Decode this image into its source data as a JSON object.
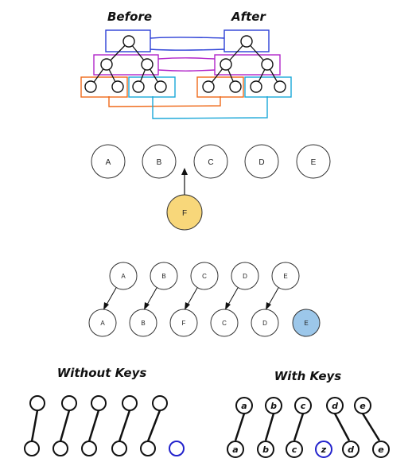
{
  "tree_section": {
    "before_label": "Before",
    "after_label": "After"
  },
  "insert_row": {
    "nodes": [
      "A",
      "B",
      "C",
      "D",
      "E"
    ],
    "new_node": "F",
    "new_node_color": "#f8d77a"
  },
  "shift_diagram": {
    "top_nodes": [
      "A",
      "B",
      "C",
      "D",
      "E"
    ],
    "bottom_nodes": [
      "A",
      "B",
      "F",
      "C",
      "D",
      "E"
    ],
    "highlight_color": "#9cc7ea"
  },
  "keys_section": {
    "without_keys_title": "Without Keys",
    "with_keys_title": "With Keys",
    "with_keys_top": [
      "a",
      "b",
      "c",
      "d",
      "e"
    ],
    "with_keys_bottom": [
      "a",
      "b",
      "c",
      "z",
      "d",
      "e"
    ],
    "new_node_color": "#2222cc"
  },
  "colors": {
    "level_root": "#2b3fd6",
    "level_mid": "#b125c9",
    "level_left_leaf": "#ef6a1a",
    "level_right_leaf": "#1aa7d8"
  }
}
